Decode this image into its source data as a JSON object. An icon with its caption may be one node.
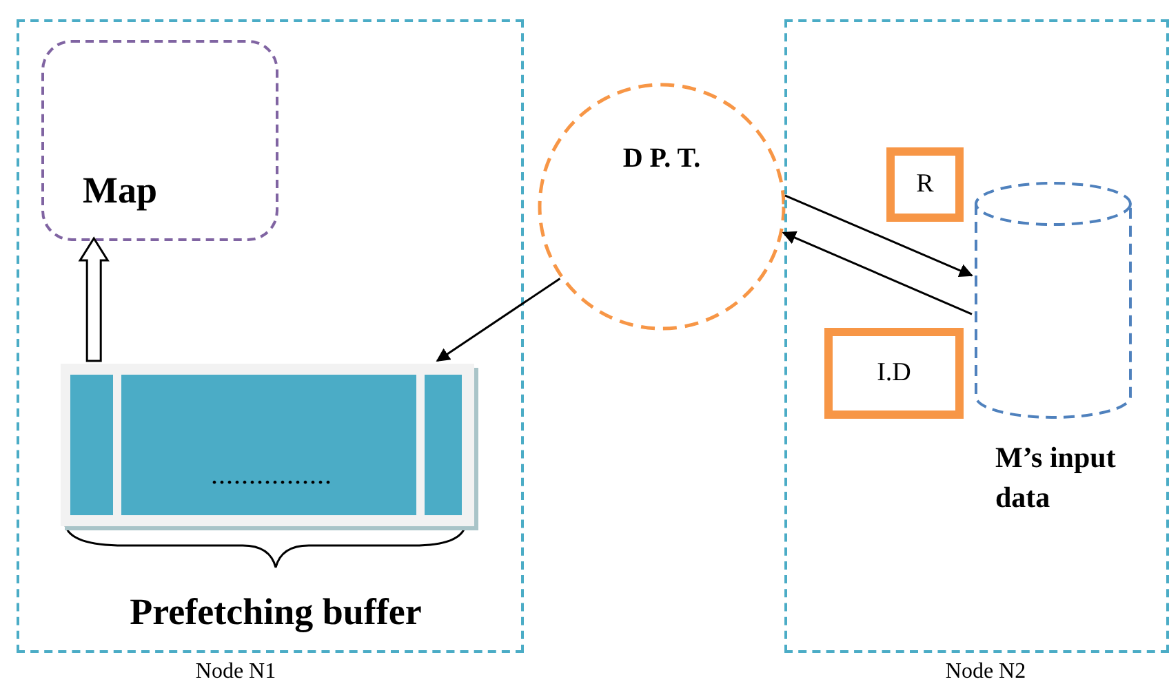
{
  "diagram": {
    "nodes": [
      {
        "text": [],
        "shape": "box",
        "beside": [
          "Node N1"
        ]
      },
      {
        "text": [
          "Map"
        ],
        "in": 0
      },
      {
        "text": [
          "................"
        ],
        "in": 0,
        "beside": [
          "Prefetching buffer"
        ]
      },
      {
        "text": [
          "D P. T."
        ]
      },
      {
        "text": [],
        "shape": "box",
        "beside": [
          "Node N2"
        ]
      },
      {
        "text": [
          "R"
        ],
        "in": 4
      },
      {
        "text": [],
        "shape": "cylinder",
        "in": 4,
        "beside": [
          "M’s input data"
        ]
      },
      {
        "text": [
          "I.D"
        ],
        "in": 4
      }
    ],
    "edges": [
      {
        "from": 2,
        "to": 1,
        "arrow": "to",
        "style": "thick"
      },
      {
        "from": 3,
        "to": 2,
        "arrow": "to"
      },
      {
        "from": 3,
        "to": 6,
        "arrow": "to"
      },
      {
        "from": 6,
        "to": 3,
        "arrow": "to"
      }
    ]
  }
}
